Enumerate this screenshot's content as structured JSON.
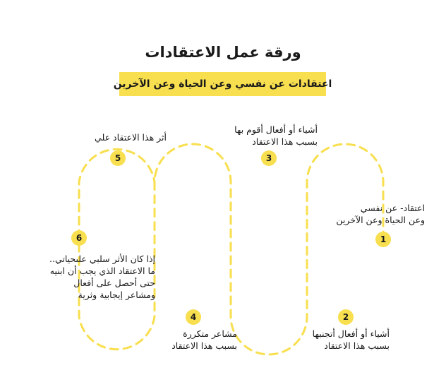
{
  "title": "ورقة عمل الاعتقادات",
  "subtitle": "اعتقادات عن نفسي وعن الحياة وعن الآخرين",
  "accent_color": "#f8df4f",
  "steps": [
    {
      "number": "1",
      "lines": [
        "اعتقاد- عن نفسي",
        "وعن الحياة وعن الآخرين"
      ]
    },
    {
      "number": "2",
      "lines": [
        "أشياء أو أفعال أتجنبها",
        "بسبب هذا الاعتقاد"
      ]
    },
    {
      "number": "3",
      "lines": [
        "أشياء أو أفعال أقوم بها",
        "بسبب هذا الاعتقاد"
      ]
    },
    {
      "number": "4",
      "lines": [
        "مشاعر متكررة",
        "بسبب هذا الاعتقاد"
      ]
    },
    {
      "number": "5",
      "lines": [
        "أثر هذا الاعتقاد علي"
      ]
    },
    {
      "number": "6",
      "lines": [
        "إذا كان الأثر سلبي علىحياتي..",
        "ما الاعتقاد الذي يجب أن ابنيه",
        "حتى أحصل على أفعال",
        "ومشاعر إيجابية وثرية"
      ]
    }
  ]
}
